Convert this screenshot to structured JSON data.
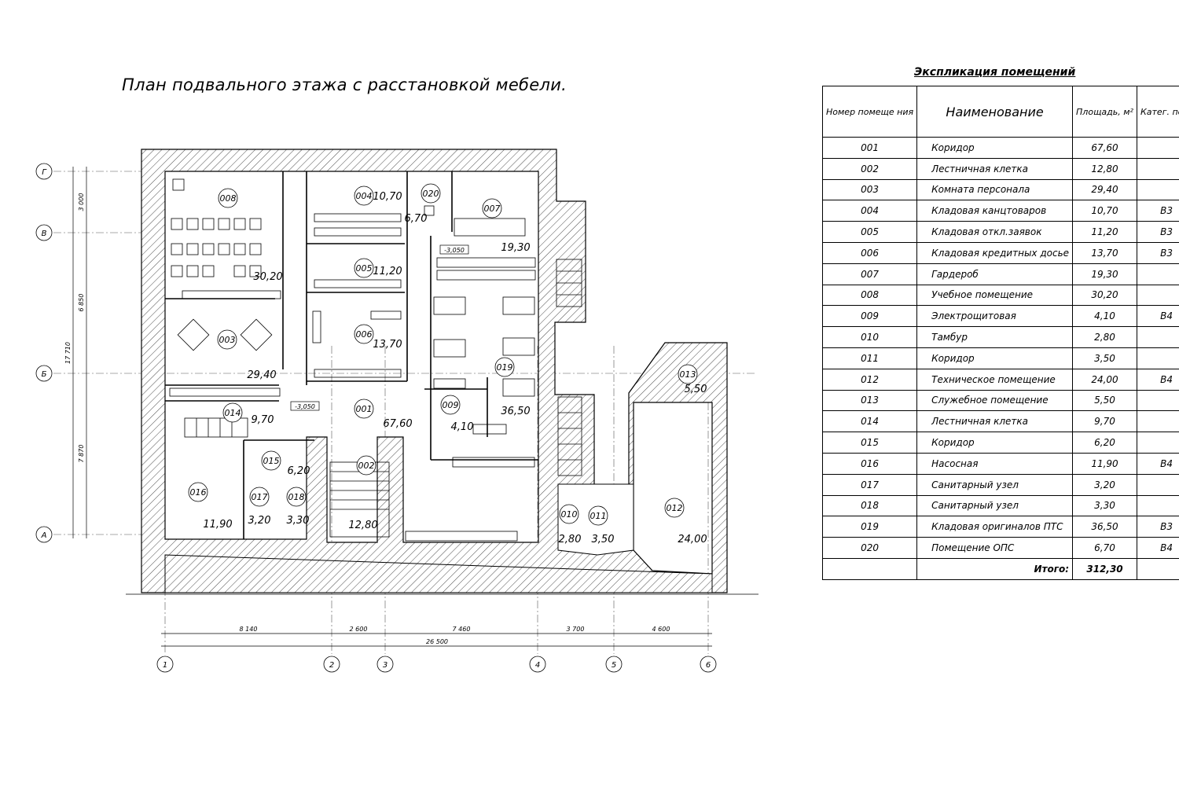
{
  "plan": {
    "title": "План подвального этажа с расстановкой мебели.",
    "rooms": [
      {
        "num": "001",
        "area": "67,60"
      },
      {
        "num": "002",
        "area": "12,80"
      },
      {
        "num": "003",
        "area": "29,40"
      },
      {
        "num": "004",
        "area": "10,70"
      },
      {
        "num": "005",
        "area": "11,20"
      },
      {
        "num": "006",
        "area": "13,70"
      },
      {
        "num": "007",
        "area": "19,30"
      },
      {
        "num": "008",
        "area": "30,20"
      },
      {
        "num": "009",
        "area": "4,10"
      },
      {
        "num": "010",
        "area": "2,80"
      },
      {
        "num": "011",
        "area": "3,50"
      },
      {
        "num": "012",
        "area": "24,00"
      },
      {
        "num": "013",
        "area": "5,50"
      },
      {
        "num": "014",
        "area": "9,70"
      },
      {
        "num": "015",
        "area": "6,20"
      },
      {
        "num": "016",
        "area": "11,90"
      },
      {
        "num": "017",
        "area": "3,20"
      },
      {
        "num": "018",
        "area": "3,30"
      },
      {
        "num": "019",
        "area": "36,50"
      },
      {
        "num": "020",
        "area": "6,70"
      }
    ],
    "levels": [
      "-3,050",
      "-3,050"
    ],
    "row_axes": [
      "Г",
      "В",
      "Б",
      "А"
    ],
    "row_dims": [
      "3 000",
      "6 850",
      "7 870"
    ],
    "row_total": "17 710",
    "col_axes": [
      "1",
      "2",
      "3",
      "4",
      "5",
      "6"
    ],
    "col_dims": [
      "8 140",
      "2 600",
      "7 460",
      "3 700",
      "4 600"
    ],
    "col_total": "26 500"
  },
  "explication": {
    "title": "Экспликация помещений",
    "headers": {
      "num": "Номер помеще ния",
      "name": "Наименование",
      "area": "Площадь, м²",
      "cat": "Катег. пом."
    },
    "rows": [
      {
        "num": "001",
        "name": "Коридор",
        "area": "67,60",
        "cat": ""
      },
      {
        "num": "002",
        "name": "Лестничная клетка",
        "area": "12,80",
        "cat": ""
      },
      {
        "num": "003",
        "name": "Комната персонала",
        "area": "29,40",
        "cat": ""
      },
      {
        "num": "004",
        "name": "Кладовая канцтоваров",
        "area": "10,70",
        "cat": "В3"
      },
      {
        "num": "005",
        "name": "Кладовая откл.заявок",
        "area": "11,20",
        "cat": "В3"
      },
      {
        "num": "006",
        "name": "Кладовая кредитных досье",
        "area": "13,70",
        "cat": "В3"
      },
      {
        "num": "007",
        "name": "Гардероб",
        "area": "19,30",
        "cat": ""
      },
      {
        "num": "008",
        "name": "Учебное помещение",
        "area": "30,20",
        "cat": ""
      },
      {
        "num": "009",
        "name": "Электрощитовая",
        "area": "4,10",
        "cat": "В4"
      },
      {
        "num": "010",
        "name": "Тамбур",
        "area": "2,80",
        "cat": ""
      },
      {
        "num": "011",
        "name": "Коридор",
        "area": "3,50",
        "cat": ""
      },
      {
        "num": "012",
        "name": "Техническое помещение",
        "area": "24,00",
        "cat": "В4"
      },
      {
        "num": "013",
        "name": "Служебное помещение",
        "area": "5,50",
        "cat": ""
      },
      {
        "num": "014",
        "name": "Лестничная клетка",
        "area": "9,70",
        "cat": ""
      },
      {
        "num": "015",
        "name": "Коридор",
        "area": "6,20",
        "cat": ""
      },
      {
        "num": "016",
        "name": "Насосная",
        "area": "11,90",
        "cat": "В4"
      },
      {
        "num": "017",
        "name": "Санитарный узел",
        "area": "3,20",
        "cat": ""
      },
      {
        "num": "018",
        "name": "Санитарный узел",
        "area": "3,30",
        "cat": ""
      },
      {
        "num": "019",
        "name": "Кладовая оригиналов ПТС",
        "area": "36,50",
        "cat": "В3"
      },
      {
        "num": "020",
        "name": "Помещение ОПС",
        "area": "6,70",
        "cat": "В4"
      }
    ],
    "total_label": "Итого:",
    "total_value": "312,30"
  }
}
